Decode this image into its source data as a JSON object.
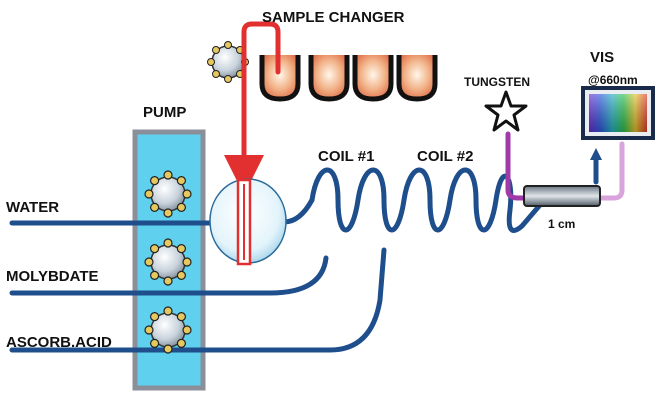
{
  "labels": {
    "sample_changer": "SAMPLE CHANGER",
    "pump": "PUMP",
    "water": "WATER",
    "molybdate": "MOLYBDATE",
    "ascorbic_acid": "ASCORB.ACID",
    "coil1": "COIL #1",
    "coil2": "COIL #2",
    "tungsten": "TUNGSTEN",
    "vis": "VIS",
    "wavelength": "@660nm",
    "path_length": "1 cm"
  },
  "colors": {
    "tube": "#1f4e8c",
    "pump_fill": "#5fd0ee",
    "pump_border": "#8a8f9a",
    "sample_line": "#e23030",
    "lamp_line": "#a03aa8",
    "detector_line": "#d9a3dc"
  },
  "icons": {
    "sample_wheel": "sample-wheel-icon",
    "roller": "pump-roller-icon",
    "star": "tungsten-star-icon",
    "spectrum": "spectrum-display-icon"
  }
}
